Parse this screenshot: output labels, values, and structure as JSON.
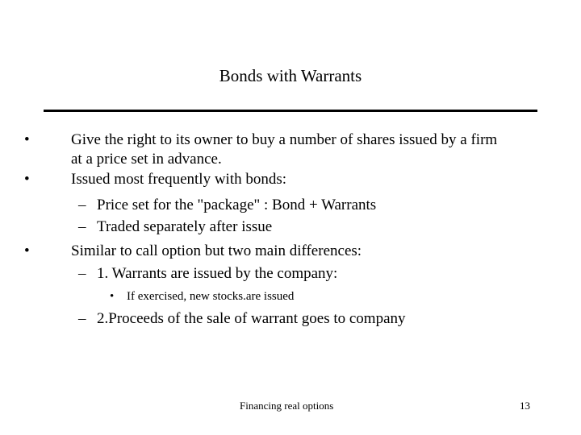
{
  "slide": {
    "title": "Bonds with Warrants",
    "bullets": [
      {
        "marker": "•",
        "lines": [
          "Give the right to its owner to buy a number of shares issued by a firm",
          "at a price set in advance."
        ]
      },
      {
        "marker": "•",
        "text": "Issued most frequently with bonds:",
        "sub": [
          {
            "marker": "–",
            "text": "Price set for the \"package\" : Bond + Warrants"
          },
          {
            "marker": "–",
            "text": "Traded separately after issue"
          }
        ]
      },
      {
        "marker": "•",
        "text": "Similar to call option but two main differences:",
        "sub": [
          {
            "marker": "–",
            "text": "1. Warrants are issued by the company:",
            "sub": [
              {
                "marker": "•",
                "text": "If exercised, new stocks.are issued"
              }
            ]
          },
          {
            "marker": "–",
            "text": "2.Proceeds of the sale of warrant goes to company"
          }
        ]
      }
    ]
  },
  "footer": {
    "center_text": "Financing real options",
    "page_number": "13"
  }
}
